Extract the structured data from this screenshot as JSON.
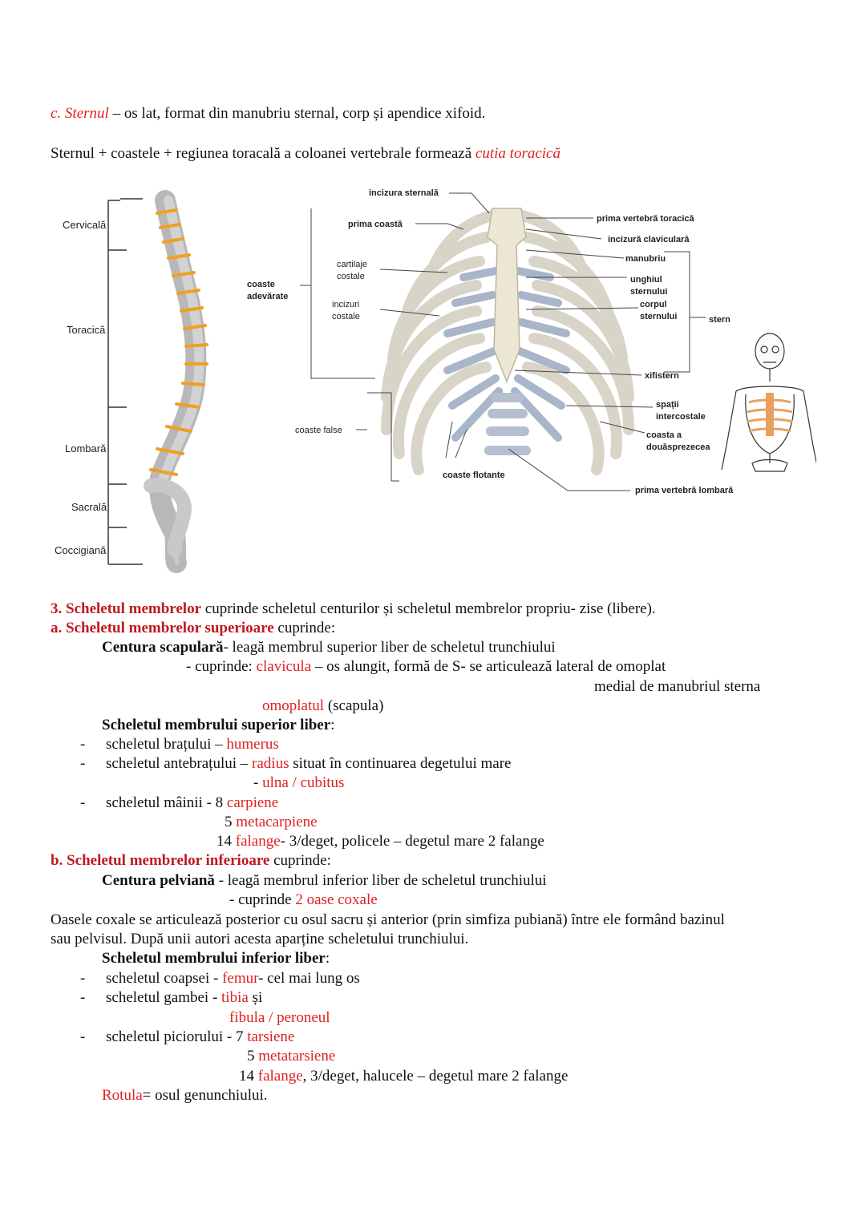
{
  "intro": {
    "sternul_term": "c. Sternul",
    "sternul_desc": " – os lat, format din manubriu sternal, corp și apendice xifoid.",
    "cutia_prefix": "Sternul + coastele + regiunea toracală a coloanei vertebrale formează ",
    "cutia_term": "cutia toracică"
  },
  "figure": {
    "spine_regions": [
      "Cervicală",
      "Toracică",
      "Lombară",
      "Sacrală",
      "Coccigiană"
    ],
    "thorax_labels": {
      "incizura_sternala": "incizura sternală",
      "prima_coasta": "prima coastă",
      "cartilaje_1": "cartilaje",
      "cartilaje_2": "costale",
      "coaste_adev_1": "coaste",
      "coaste_adev_2": "adevărate",
      "incizuri_1": "incizuri",
      "incizuri_2": "costale",
      "coaste_false": "coaste false",
      "coaste_flotante": "coaste flotante",
      "prima_vertebra_toracica": "prima vertebră toracică",
      "incizura_claviculara": "incizură claviculară",
      "manubriu": "manubriu",
      "unghiul_1": "unghiul",
      "unghiul_2": "sternului",
      "corpul_1": "corpul",
      "corpul_2": "sternului",
      "stern": "stern",
      "xifistern": "xifistern",
      "spatii_1": "spații",
      "spatii_2": "intercostale",
      "coasta_12_1": "coasta a",
      "coasta_12_2": "douăsprezecea",
      "prima_vertebra_lombara": "prima vertebră lombară"
    }
  },
  "membre": {
    "heading_term": "3. Scheletul membrelor",
    "heading_rest": " cuprinde scheletul centurilor și scheletul membrelor propriu- zise (libere).",
    "a_term": "a. Scheletul membrelor superioare",
    "a_rest": " cuprinde:",
    "centura_scap_term": "Centura scapulară",
    "centura_scap_rest": "- leagă membrul superior liber de scheletul trunchiului",
    "cuprinde_prefix": "- cuprinde: ",
    "clavicula": "clavicula",
    "clavicula_desc": " – os alungit, formă de S- se articulează lateral de omoplat",
    "clavicula_medial": "medial de manubriul sterna",
    "omoplatul": "omoplatul",
    "omoplatul_rest": " (scapula)",
    "sup_liber_term": "Scheletul membrului superior liber",
    "sup_liber_colon": ":",
    "bratului_prefix": "scheletul brațului – ",
    "humerus": "humerus",
    "antebratului_prefix": "scheletul antebrațului – ",
    "radius": "radius",
    "radius_rest": " situat în continuarea degetului mare",
    "ulna_prefix": "- ",
    "ulna": "ulna / cubitus",
    "mainii_prefix": "scheletul mâinii - 8 ",
    "carpiene": "carpiene",
    "metacarp_num": "5 ",
    "metacarpiene": "metacarpiene",
    "falange_num": "14 ",
    "falange": "falange",
    "falange_rest": "- 3/deget, policele – degetul mare 2 falange",
    "b_term": "b. Scheletul membrelor inferioare",
    "b_rest": " cuprinde:",
    "centura_pelv_term": "Centura pelviană",
    "centura_pelv_rest": " - leagă membrul inferior liber de scheletul trunchiului",
    "coxale_prefix": "- cuprinde ",
    "coxale": "2 oase coxale",
    "para_1": "Oasele coxale se articulează posterior cu osul sacru și anterior (prin simfiza pubiană) între ele formând bazinul",
    "para_2": "sau pelvisul. După unii autori acesta aparține scheletului trunchiului.",
    "inf_liber_term": "Scheletul membrului inferior liber",
    "inf_liber_colon": ":",
    "coapsei_prefix": "scheletul coapsei - ",
    "femur": "femur",
    "femur_rest": "- cel mai lung os",
    "gambei_prefix": "scheletul gambei - ",
    "tibia": "tibia",
    "tibia_rest": " și",
    "fibula": "fibula / peroneul",
    "piciorului_prefix": "scheletul piciorului - 7 ",
    "tarsiene": "tarsiene",
    "metatars_num": "5 ",
    "metatarsiene": "metatarsiene",
    "falange2_num": "14 ",
    "falange2": "falange",
    "falange2_rest": ", 3/deget, halucele – degetul mare 2 falange",
    "rotula": "Rotula",
    "rotula_rest": "= osul genunchiului.",
    "dash": "-"
  }
}
